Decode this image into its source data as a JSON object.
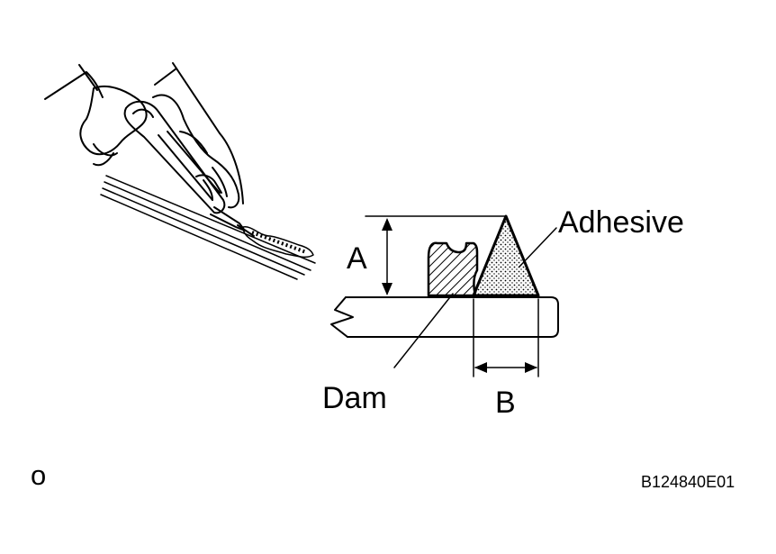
{
  "labels": {
    "adhesive": "Adhesive",
    "dam": "Dam",
    "dimension_a": "A",
    "dimension_b": "B",
    "corner_mark": "o",
    "figure_code": "B124840E01"
  },
  "colors": {
    "ink": "#000000",
    "background": "#ffffff"
  },
  "icons": {
    "gun": "caulking-gun-icon",
    "hands": "gloved-hands-icon"
  }
}
